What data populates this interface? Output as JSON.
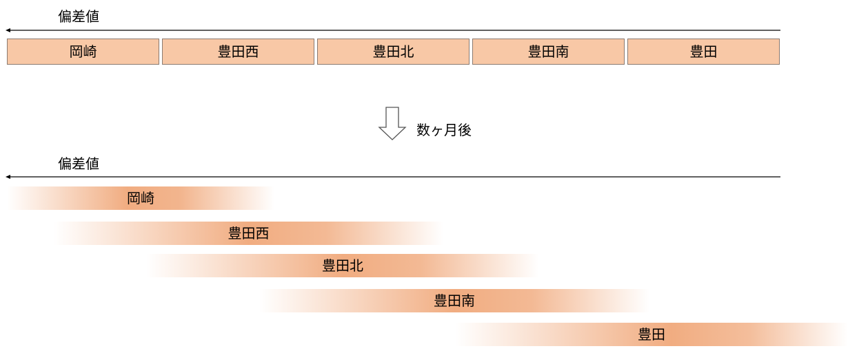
{
  "axis_label": "偏差値",
  "transition_label": "数ヶ月後",
  "colors": {
    "box_fill": "#f8c8a6",
    "band_peak": "#f0a87a",
    "axis_line": "#000000"
  },
  "before": {
    "schools": [
      "岡崎",
      "豊田西",
      "豊田北",
      "豊田南",
      "豊田"
    ]
  },
  "after": {
    "schools": [
      "岡崎",
      "豊田西",
      "豊田北",
      "豊田南",
      "豊田"
    ]
  },
  "icons": {
    "axis_arrow": "left-arrow-icon",
    "transition_arrow": "down-arrow-icon"
  }
}
